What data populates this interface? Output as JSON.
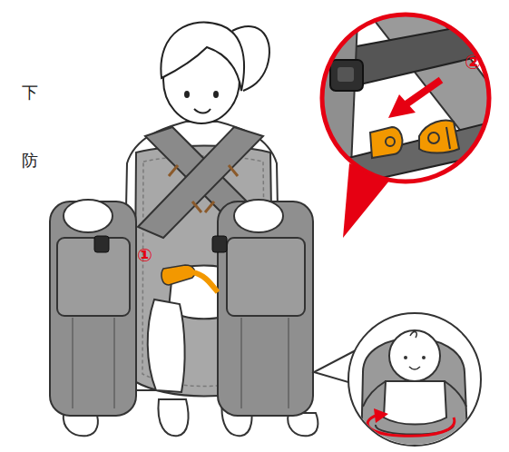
{
  "diagram": {
    "labels": [
      "下",
      "防",
      "①",
      "②"
    ]
  }
}
